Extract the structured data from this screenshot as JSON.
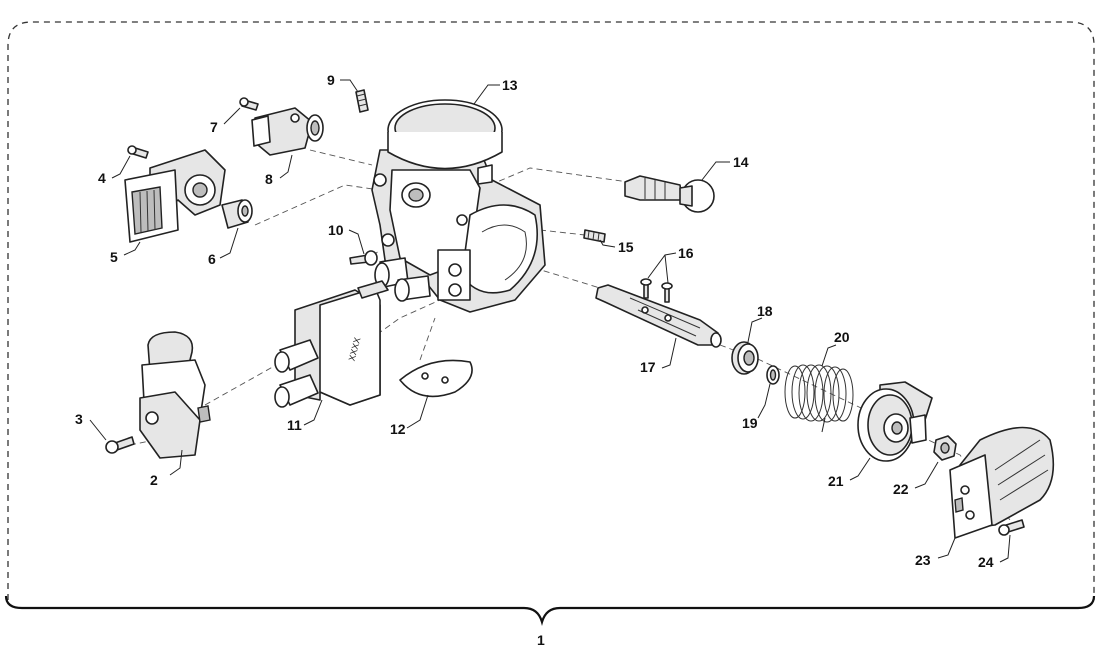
{
  "callouts": {
    "n1": "1",
    "n2": "2",
    "n3": "3",
    "n4": "4",
    "n5": "5",
    "n6": "6",
    "n7": "7",
    "n8": "8",
    "n9": "9",
    "n10": "10",
    "n11": "11",
    "n12": "12",
    "n13": "13",
    "n14": "14",
    "n15": "15",
    "n16": "16",
    "n17": "17",
    "n18": "18",
    "n19": "19",
    "n20": "20",
    "n21": "21",
    "n22": "22",
    "n23": "23",
    "n24": "24"
  },
  "connector_text": "XXXX"
}
